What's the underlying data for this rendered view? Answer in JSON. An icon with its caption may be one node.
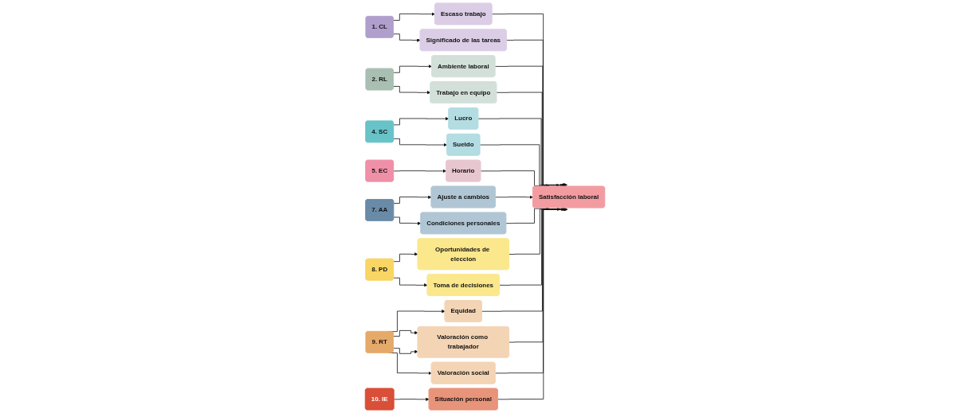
{
  "diagram": {
    "nodes": [
      {
        "text": [
          "1. CL"
        ]
      },
      {
        "text": [
          "Escaso trabajo"
        ]
      },
      {
        "text": [
          "Significado de las tareas"
        ]
      },
      {
        "text": [
          "2. RL"
        ]
      },
      {
        "text": [
          "Ambiente laboral"
        ]
      },
      {
        "text": [
          "Trabajo en equipo"
        ]
      },
      {
        "text": [
          "Satisfacción laboral"
        ]
      },
      {
        "text": [
          "4. SC"
        ]
      },
      {
        "text": [
          "Lucro"
        ]
      },
      {
        "text": [
          "Sueldo"
        ]
      },
      {
        "text": [
          "5. EC"
        ]
      },
      {
        "text": [
          "Horario"
        ]
      },
      {
        "text": [
          "7. AA"
        ]
      },
      {
        "text": [
          "Ajuste a cambios"
        ]
      },
      {
        "text": [
          "Condiciones personales"
        ]
      },
      {
        "text": [
          "Oportunidades de eleccion"
        ]
      },
      {
        "text": [
          "8. PD"
        ]
      },
      {
        "text": [
          "Toma de decisiones"
        ]
      },
      {
        "text": [
          "Equidad"
        ]
      },
      {
        "text": [
          "Valoración como trabajador"
        ]
      },
      {
        "text": [
          "9. RT"
        ]
      },
      {
        "text": [
          "Valoración social"
        ]
      },
      {
        "text": [
          "Situación personal"
        ]
      },
      {
        "text": [
          "10. IE"
        ]
      }
    ],
    "edges": [
      {
        "from": 0,
        "to": 1,
        "arrow": "to"
      },
      {
        "from": 0,
        "to": 2,
        "arrow": "to"
      },
      {
        "from": 1,
        "to": 6,
        "arrow": "to"
      },
      {
        "from": 2,
        "to": 6,
        "arrow": "to"
      },
      {
        "from": 3,
        "to": 4,
        "arrow": "to"
      },
      {
        "from": 3,
        "to": 5,
        "arrow": "to"
      },
      {
        "from": 4,
        "to": 6,
        "arrow": "to"
      },
      {
        "from": 5,
        "to": 6,
        "arrow": "to"
      },
      {
        "from": 7,
        "to": 8,
        "arrow": "to"
      },
      {
        "from": 7,
        "to": 9,
        "arrow": "to"
      },
      {
        "from": 8,
        "to": 6,
        "arrow": "to"
      },
      {
        "from": 9,
        "to": 6,
        "arrow": "to"
      },
      {
        "from": 10,
        "to": 11,
        "arrow": "to"
      },
      {
        "from": 11,
        "to": 6,
        "arrow": "to"
      },
      {
        "from": 12,
        "to": 13,
        "arrow": "to"
      },
      {
        "from": 12,
        "to": 14,
        "arrow": "to"
      },
      {
        "from": 13,
        "to": 6,
        "arrow": "to"
      },
      {
        "from": 14,
        "to": 6,
        "arrow": "to"
      },
      {
        "from": 16,
        "to": 15,
        "arrow": "to"
      },
      {
        "from": 16,
        "to": 17,
        "arrow": "to"
      },
      {
        "from": 15,
        "to": 6,
        "arrow": "to"
      },
      {
        "from": 17,
        "to": 6,
        "arrow": "to"
      },
      {
        "from": 20,
        "to": 18,
        "arrow": "to"
      },
      {
        "from": 20,
        "to": 19,
        "arrow": "to"
      },
      {
        "from": 20,
        "to": 19,
        "arrow": "to"
      },
      {
        "from": 20,
        "to": 21,
        "arrow": "to"
      },
      {
        "from": 18,
        "to": 6,
        "arrow": "to"
      },
      {
        "from": 19,
        "to": 6,
        "arrow": "to"
      },
      {
        "from": 21,
        "to": 6,
        "arrow": "to"
      },
      {
        "from": 23,
        "to": 22,
        "arrow": "to"
      },
      {
        "from": 22,
        "to": 6,
        "arrow": "to"
      }
    ]
  }
}
